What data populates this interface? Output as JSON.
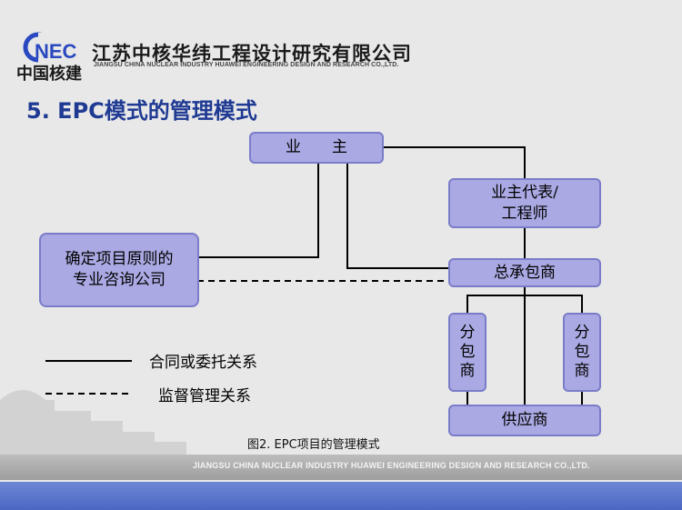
{
  "header": {
    "company_cn": "江苏中核华纬工程设计研究有限公司",
    "company_en": "JIANGSU CHINA NUCLEAR INDUSTRY HUAWEI ENGINEERING DESIGN AND RESEARCH CO.,LTD.",
    "logo_mark": "NEC",
    "logo_text": "中国核建"
  },
  "title": "5. EPC模式的管理模式",
  "diagram": {
    "nodes": {
      "owner": "业　　主",
      "owner_rep_line1": "业主代表/",
      "owner_rep_line2": "工程师",
      "consultant_line1": "确定项目原则的",
      "consultant_line2": "专业咨询公司",
      "general_contractor": "总承包商",
      "subcontractor_left": "分\n包\n商",
      "subcontractor_right": "分\n包\n商",
      "supplier": "供应商"
    },
    "legend": {
      "contract": "合同或委托关系",
      "supervision": "监督管理关系"
    },
    "caption": "图2.  EPC项目的管理模式"
  },
  "footer": {
    "company_en": "JIANGSU CHINA NUCLEAR INDUSTRY HUAWEI ENGINEERING DESIGN AND RESEARCH CO.,LTD."
  },
  "colors": {
    "title": "#1f3a93",
    "node_fill": "#aaa9e3",
    "node_border": "#7a7cc9",
    "logo_blue": "#2a49c0",
    "bottom_band": "#4a66c2"
  }
}
